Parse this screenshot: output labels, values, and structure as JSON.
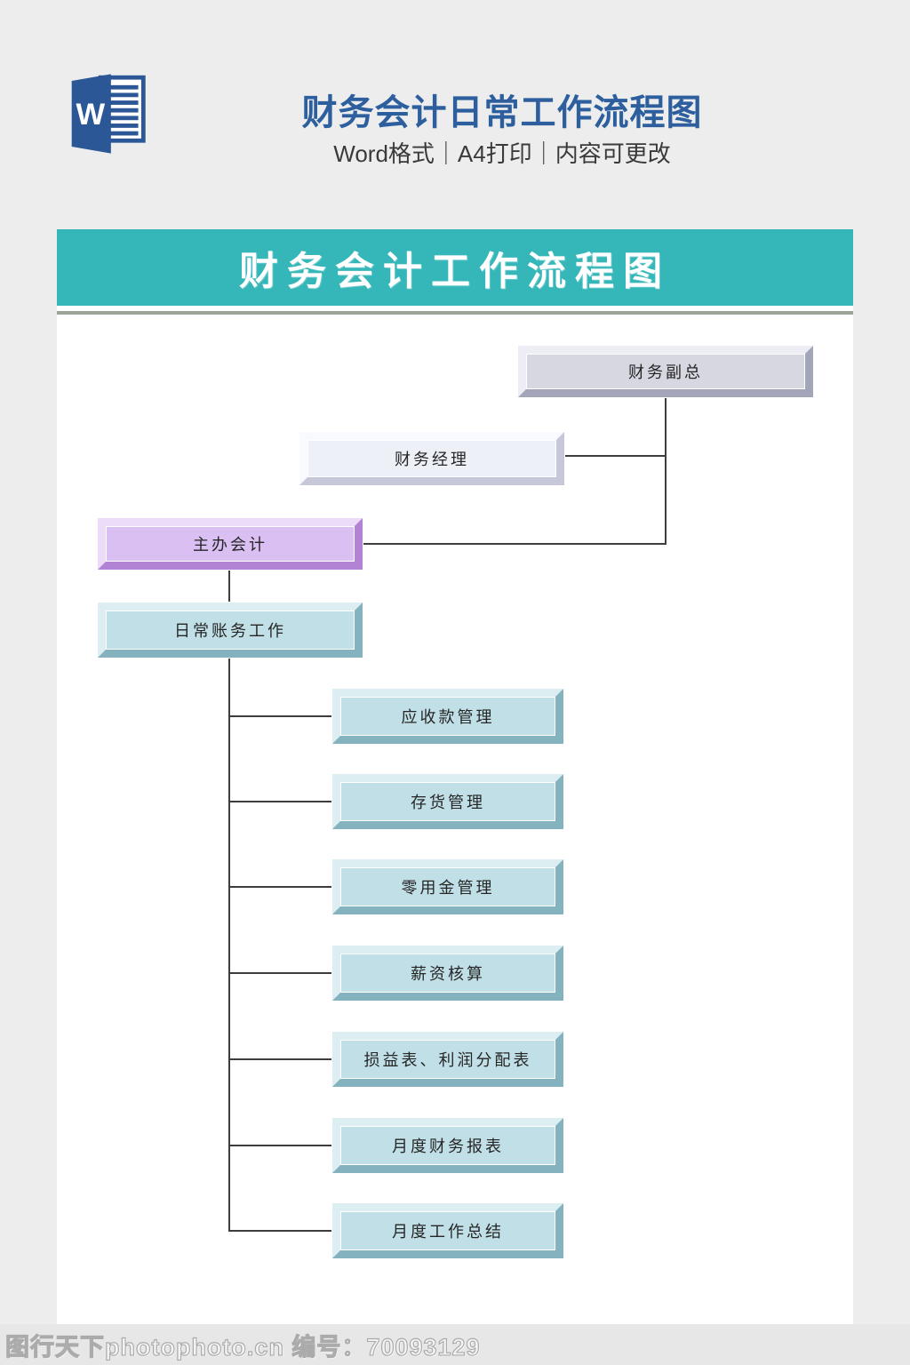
{
  "header": {
    "title": "财务会计日常工作流程图",
    "subtitle": "Word格式｜A4打印｜内容可更改",
    "word_letter": "W",
    "title_color": "#2d5f9f",
    "word_icon_color": "#2b5797"
  },
  "banner": {
    "title": "财务会计工作流程图",
    "bg_color": "#35b6b8",
    "rule_color": "#9aa396"
  },
  "flowchart": {
    "nodes": {
      "vp": {
        "label": "财务副总",
        "fill": "#d6d7e1"
      },
      "manager": {
        "label": "财务经理",
        "fill": "#eef0f8"
      },
      "chief": {
        "label": "主办会计",
        "fill": "#d9bff2"
      },
      "daily": {
        "label": "日常账务工作",
        "fill": "#c0dfe6"
      }
    },
    "children": [
      {
        "label": "应收款管理"
      },
      {
        "label": "存货管理"
      },
      {
        "label": "零用金管理"
      },
      {
        "label": "薪资核算"
      },
      {
        "label": "损益表、利润分配表"
      },
      {
        "label": "月度财务报表"
      },
      {
        "label": "月度工作总结"
      }
    ],
    "child_fill": "#c0dfe6",
    "connector_color": "#3d3d3d"
  },
  "footer": {
    "watermark": "图行天下photophoto.cn 编号：70093129"
  }
}
